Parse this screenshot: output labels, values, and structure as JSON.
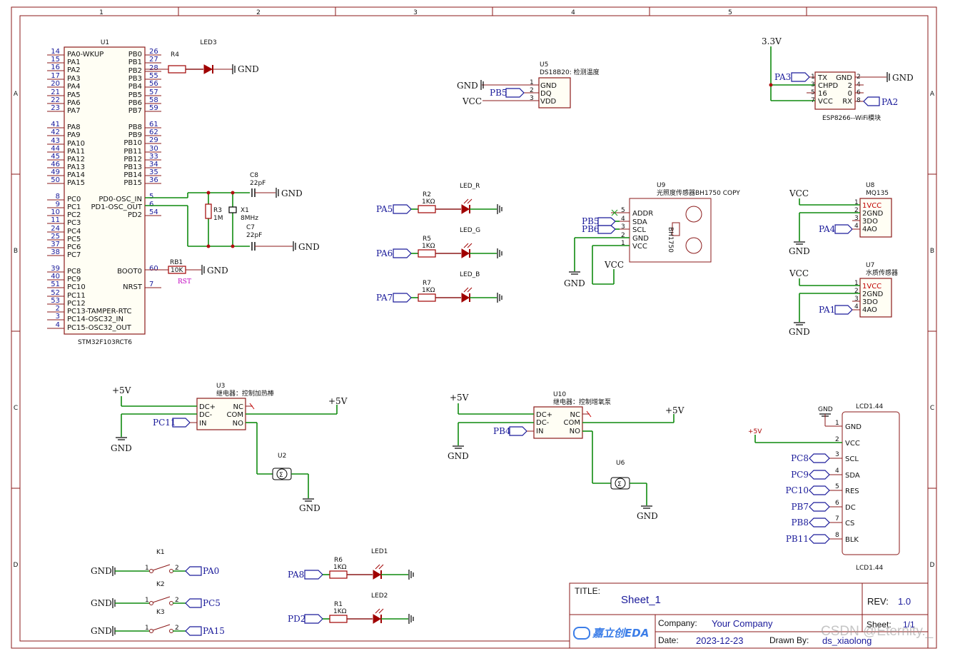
{
  "frame": {
    "columns": [
      "1",
      "2",
      "3",
      "4",
      "5"
    ],
    "rows": [
      "A",
      "B",
      "C",
      "D"
    ]
  },
  "u1": {
    "ref": "U1",
    "part": "STM32F103RCT6",
    "left_nums": [
      "14",
      "15",
      "16",
      "17",
      "20",
      "21",
      "22",
      "23",
      "41",
      "42",
      "43",
      "44",
      "45",
      "46",
      "49",
      "50",
      "8",
      "9",
      "10",
      "11",
      "24",
      "25",
      "37",
      "38",
      "39",
      "40",
      "51",
      "52",
      "53",
      "2",
      "3",
      "4"
    ],
    "left_names": [
      "PA0-WKUP",
      "PA1",
      "PA2",
      "PA3",
      "PA4",
      "PA5",
      "PA6",
      "PA7",
      "PA8",
      "PA9",
      "PA10",
      "PA11",
      "PA12",
      "PA13",
      "PA14",
      "PA15",
      "PC0",
      "PC1",
      "PC2",
      "PC3",
      "PC4",
      "PC5",
      "PC6",
      "PC7",
      "PC8",
      "PC9",
      "PC10",
      "PC11",
      "PC12",
      "PC13-TAMPER-RTC",
      "PC14-OSC32_IN",
      "PC15-OSC32_OUT"
    ],
    "right_nums": [
      "26",
      "27",
      "28",
      "55",
      "56",
      "57",
      "58",
      "59",
      "61",
      "62",
      "29",
      "30",
      "33",
      "34",
      "35",
      "36",
      "5",
      "6",
      "54",
      "60",
      "7"
    ],
    "right_names": [
      "PB0",
      "PB1",
      "PB2",
      "PB3",
      "PB4",
      "PB5",
      "PB6",
      "PB7",
      "PB8",
      "PB9",
      "PB10",
      "PB11",
      "PB12",
      "PB13",
      "PB14",
      "PB15",
      "PD0-OSC_IN",
      "PD1-OSC_OUT",
      "PD2",
      "BOOT0",
      "NRST"
    ]
  },
  "osc": {
    "c8_ref": "C8",
    "c8_val": "22pF",
    "c7_ref": "C7",
    "c7_val": "22pF",
    "r3_ref": "R3",
    "r3_val": "1M",
    "x1_ref": "X1",
    "x1_val": "8MHz",
    "rb1_ref": "RB1",
    "rb1_val": "10K",
    "rst": "RST"
  },
  "r4": {
    "ref": "R4",
    "led": "LED3"
  },
  "u5": {
    "ref": "U5",
    "desc": "DS18B20: 检测温度",
    "pins": [
      "GND",
      "DQ",
      "VDD"
    ],
    "nums": [
      "1",
      "2",
      "3"
    ],
    "net_pb5": "PB5"
  },
  "esp": {
    "supply": "3.3V",
    "desc": "ESP8266--WiFi模块",
    "left": [
      "TX",
      "CHPD",
      "16",
      "VCC"
    ],
    "right": [
      "GND",
      "2",
      "0",
      "RX"
    ],
    "lnums": [
      "1",
      "3",
      "5",
      "7"
    ],
    "rnums": [
      "2",
      "4",
      "6",
      "8"
    ],
    "net_pa3": "PA3",
    "net_pa2": "PA2"
  },
  "leds_rgb": [
    {
      "net": "PA5",
      "res": "R2",
      "val": "1KΩ",
      "led": "LED_R"
    },
    {
      "net": "PA6",
      "res": "R5",
      "val": "1KΩ",
      "led": "LED_G"
    },
    {
      "net": "PA7",
      "res": "R7",
      "val": "1KΩ",
      "led": "LED_B"
    }
  ],
  "u9": {
    "ref": "U9",
    "desc": "光照度传感器BH1750 COPY",
    "pins": [
      "ADDR",
      "SDA",
      "SCL",
      "GND",
      "VCC"
    ],
    "nums": [
      "5",
      "4",
      "3",
      "2",
      "1"
    ],
    "chip": "BH1750",
    "net_pb5": "PB5",
    "net_pb6": "PB6"
  },
  "u8": {
    "ref": "U8",
    "desc": "MQ135",
    "pins": [
      "1VCC",
      "2GND",
      "3DO",
      "4AO"
    ],
    "nums": [
      "1",
      "2",
      "3",
      "4"
    ],
    "net": "PA4"
  },
  "u7": {
    "ref": "U7",
    "desc": "水质传感器",
    "pins": [
      "1VCC",
      "2GND",
      "3DO",
      "4AO"
    ],
    "nums": [
      "1",
      "2",
      "3",
      "4"
    ],
    "net": "PA1"
  },
  "u3": {
    "ref": "U3",
    "desc": "继电器：控制加热棒",
    "lpins": [
      "DC+",
      "DC-",
      "IN"
    ],
    "rpins": [
      "NC",
      "COM",
      "NO"
    ],
    "net": "PC11"
  },
  "u10": {
    "ref": "U10",
    "desc": "继电器：控制增氧泵",
    "lpins": [
      "DC+",
      "DC-",
      "IN"
    ],
    "rpins": [
      "NC",
      "COM",
      "NO"
    ],
    "net": "PB4"
  },
  "motors": {
    "u2": "U2",
    "u6": "U6"
  },
  "lcd": {
    "ref": "LCD1.44",
    "pins": [
      "GND",
      "VCC",
      "SCL",
      "SDA",
      "RES",
      "DC",
      "CS",
      "BLK"
    ],
    "nums": [
      "1",
      "2",
      "3",
      "4",
      "5",
      "6",
      "7",
      "8"
    ],
    "nets": [
      "PC8",
      "PC9",
      "PC10",
      "PB7",
      "PB8",
      "PB11"
    ]
  },
  "keys": [
    {
      "ref": "K1",
      "net": "PA0"
    },
    {
      "ref": "K2",
      "net": "PC5"
    },
    {
      "ref": "K3",
      "net": "PA15"
    }
  ],
  "leds_bottom": [
    {
      "net": "PA8",
      "res": "R6",
      "val": "1KΩ",
      "led": "LED1"
    },
    {
      "net": "PD2",
      "res": "R1",
      "val": "1KΩ",
      "led": "LED2"
    }
  ],
  "labels": {
    "gnd": "GND",
    "vcc": "VCC",
    "p5v": "+5V",
    "s5v": "+5V",
    "pin1": "1",
    "pin2": "2"
  },
  "title_block": {
    "title_label": "TITLE:",
    "title": "Sheet_1",
    "rev_label": "REV:",
    "rev": "1.0",
    "company_label": "Company:",
    "company": "Your Company",
    "sheet_label": "Sheet:",
    "sheet": "1/1",
    "date_label": "Date:",
    "date": "2023-12-23",
    "drawn_label": "Drawn By:",
    "drawn": "ds_xiaolong",
    "logo": "嘉立创EDA"
  },
  "watermark": "CSDN @Eternity._"
}
